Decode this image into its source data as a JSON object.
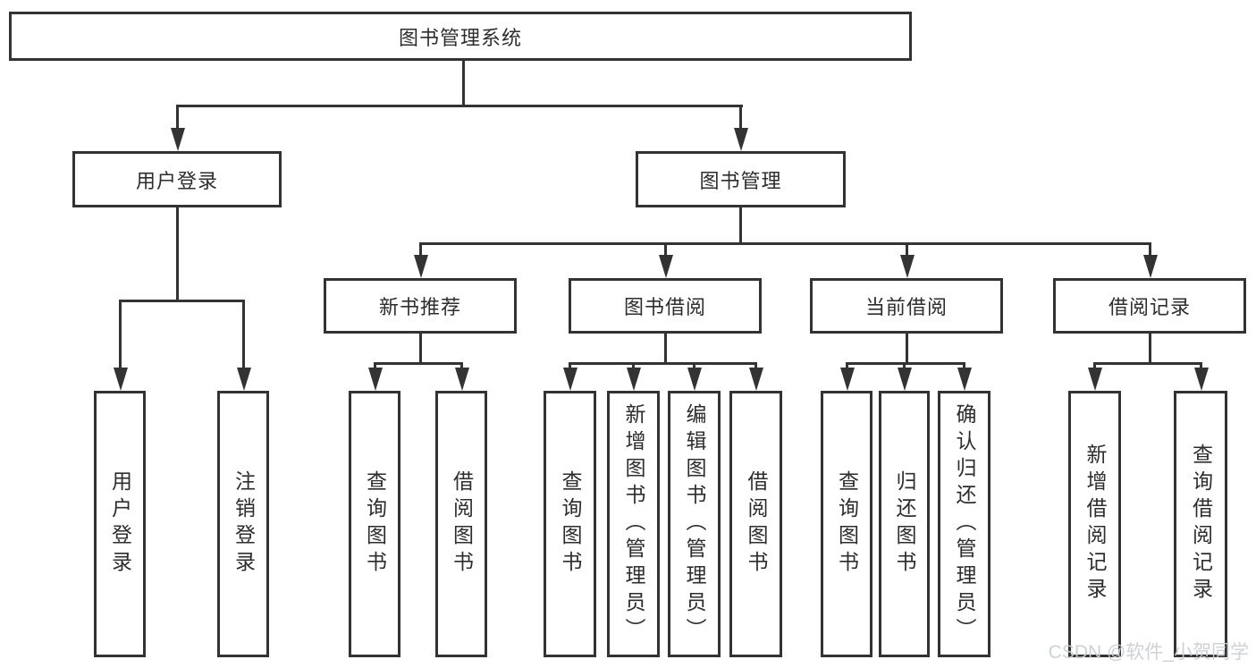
{
  "colors": {
    "line": "#333333",
    "text": "#2d2d2d",
    "background": "#ffffff",
    "watermark": "#c9ced4"
  },
  "watermark": {
    "text": "CSDN @软件_小贺同学"
  },
  "tree": {
    "root": {
      "label": "图书管理系统",
      "children": [
        {
          "label": "用户登录",
          "children": [
            {
              "label": "用户登录"
            },
            {
              "label": "注销登录"
            }
          ]
        },
        {
          "label": "图书管理",
          "children": [
            {
              "label": "新书推荐",
              "children": [
                {
                  "label": "查询图书"
                },
                {
                  "label": "借阅图书"
                }
              ]
            },
            {
              "label": "图书借阅",
              "children": [
                {
                  "label": "查询图书"
                },
                {
                  "label": "新增图书（管理员）"
                },
                {
                  "label": "编辑图书（管理员）"
                },
                {
                  "label": "借阅图书"
                }
              ]
            },
            {
              "label": "当前借阅",
              "children": [
                {
                  "label": "查询图书"
                },
                {
                  "label": "归还图书"
                },
                {
                  "label": "确认归还（管理员）"
                }
              ]
            },
            {
              "label": "借阅记录",
              "children": [
                {
                  "label": "新增借阅记录"
                },
                {
                  "label": "查询借阅记录"
                }
              ]
            }
          ]
        }
      ]
    }
  }
}
